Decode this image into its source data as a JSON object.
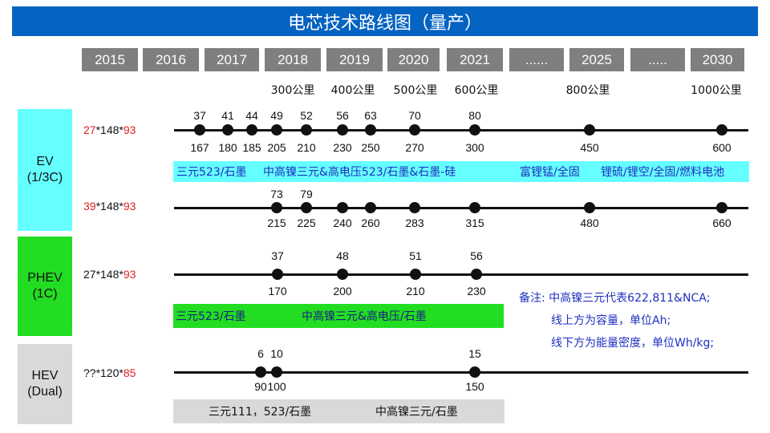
{
  "title": "电芯技术路线图（量产）",
  "years": [
    "2015",
    "2016",
    "2017",
    "2018",
    "2019",
    "2020",
    "2021",
    "......",
    "2025",
    ".....",
    "2030"
  ],
  "ranges": [
    "300公里",
    "400公里",
    "500公里",
    "600公里",
    "800公里",
    "1000公里"
  ],
  "categories": [
    {
      "name": "EV\n(1/3C)",
      "color": "#66ffff"
    },
    {
      "name": "PHEV\n(1C)",
      "color": "#22dd22"
    },
    {
      "name": "HEV\n(Dual)",
      "color": "#d9d9d9"
    }
  ],
  "rows": [
    {
      "dims": [
        "27",
        "*148*",
        "93"
      ],
      "capacity": [
        "37",
        "41",
        "44",
        "49",
        "52",
        "56",
        "63",
        "70",
        "80",
        "",
        ""
      ],
      "density": [
        "167",
        "180",
        "185",
        "205",
        "210",
        "230",
        "250",
        "270",
        "300",
        "450",
        "600"
      ]
    },
    {
      "dims": [
        "39",
        "*148*",
        "93"
      ],
      "capacity": [
        "",
        "",
        "",
        "73",
        "79",
        "",
        "",
        "",
        "",
        "",
        ""
      ],
      "density": [
        "",
        "",
        "",
        "215",
        "225",
        "240",
        "260",
        "283",
        "315",
        "480",
        "660"
      ]
    },
    {
      "dims": [
        "27*148*",
        "",
        "93"
      ],
      "capacity": [
        "37",
        "48",
        "51",
        "56"
      ],
      "density": [
        "170",
        "200",
        "210",
        "230"
      ]
    },
    {
      "dims": [
        "??*120*",
        "",
        "85"
      ],
      "capacity": [
        "6",
        "10",
        "15"
      ],
      "density": [
        "90",
        "100",
        "150"
      ]
    }
  ],
  "bands": {
    "ev": [
      "三元523/石墨",
      "中高镍三元&高电压523/石墨&石墨-硅",
      "富锂锰/全固",
      "锂硫/锂空/全固/燃料电池"
    ],
    "phev": [
      "三元523/石墨",
      "中高镍三元&高电压/石墨"
    ],
    "hev": [
      "三元111，523/石墨",
      "中高镍三元/石墨"
    ]
  },
  "notes": {
    "line1": "备注: 中高镍三元代表622,811&NCA;",
    "line2": "线上方为容量，单位Ah;",
    "line3": "线下方为能量密度，单位Wh/kg;"
  },
  "colors": {
    "title_bg": "#0563c1",
    "year_bg": "#7f7f7f",
    "red": "#e02020",
    "note_blue": "#1f2fbf"
  }
}
